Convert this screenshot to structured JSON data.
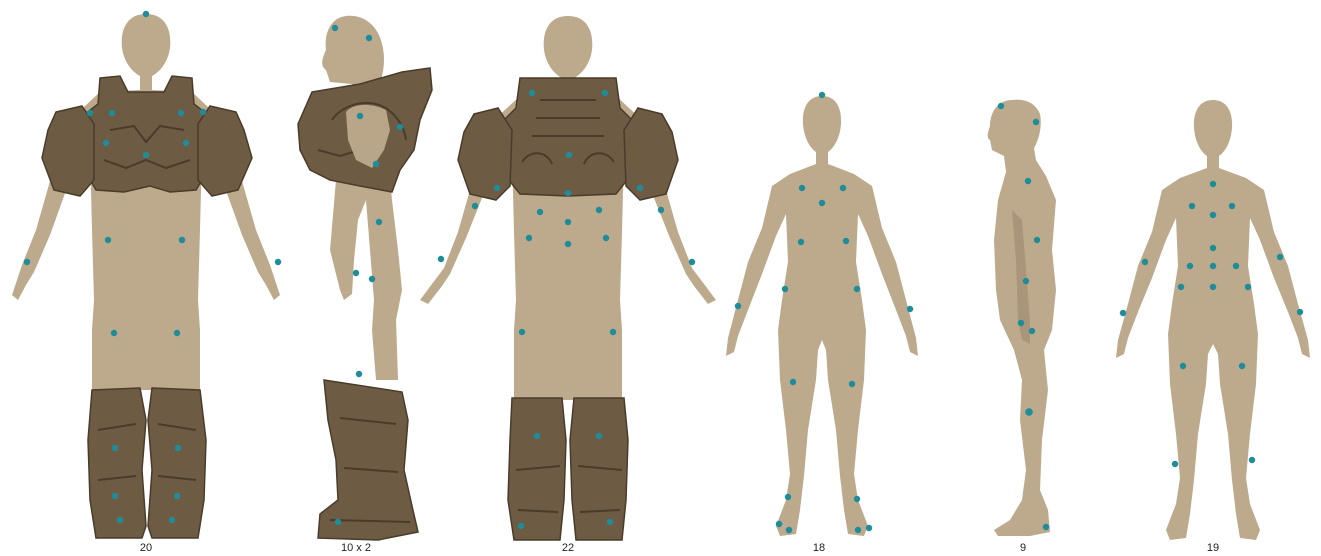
{
  "figures": [
    {
      "id": "armor-front",
      "caption": "20"
    },
    {
      "id": "armor-side",
      "caption": "10 x 2"
    },
    {
      "id": "armor-back",
      "caption": "22"
    },
    {
      "id": "body-front",
      "caption": "18"
    },
    {
      "id": "body-side",
      "caption": "9"
    },
    {
      "id": "body-back",
      "caption": "19"
    }
  ],
  "colors": {
    "skin": "#bdaa8c",
    "armor": "#6e5b44",
    "marker": "#1e8c99"
  }
}
